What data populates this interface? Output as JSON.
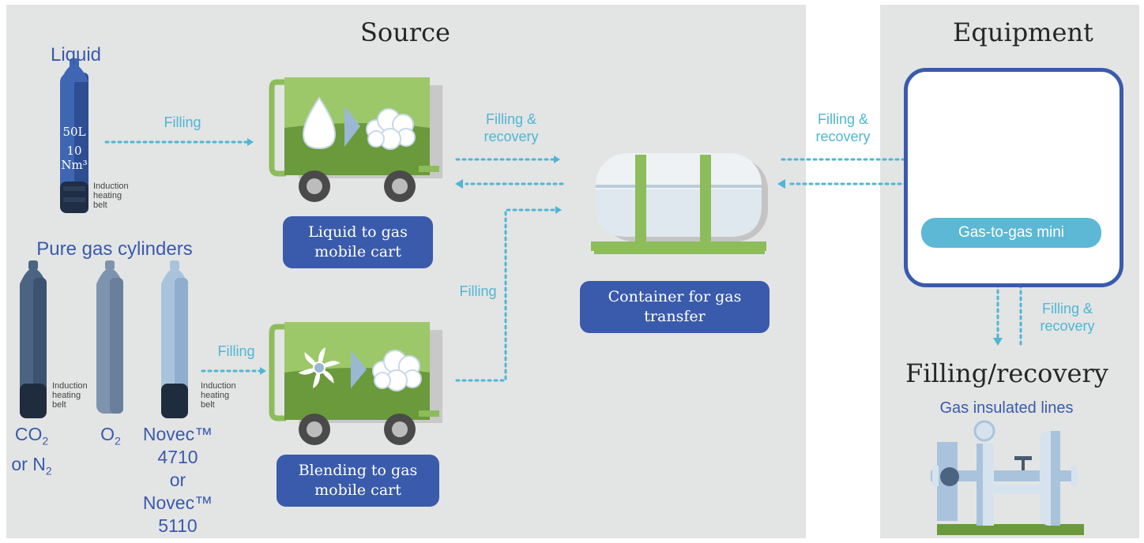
{
  "sections": {
    "source": "Source",
    "equipment": "Equipment",
    "filling_recovery": "Filling/recovery"
  },
  "liquid": {
    "heading": "Liquid",
    "cylinder_volume": "50L",
    "cylinder_capacity_value": "10",
    "cylinder_capacity_unit": "Nm³",
    "heating_belt_line1": "Induction",
    "heating_belt_line2": "heating",
    "heating_belt_line3": "belt"
  },
  "pure_gas": {
    "heading": "Pure gas cylinders",
    "co2": {
      "prefix": "CO",
      "sub": "2",
      "line2_prefix": "or N",
      "line2_sub": "2"
    },
    "o2": {
      "prefix": "O",
      "sub": "2"
    },
    "novec": {
      "line1": "Novec™",
      "line2": "4710",
      "line3": "or Novec™",
      "line4": "5110"
    },
    "heating_belt_line1": "Induction",
    "heating_belt_line2": "heating",
    "heating_belt_line3": "belt"
  },
  "flows": {
    "filling_liquid": "Filling",
    "filling_pure": "Filling",
    "filling_recovery_1_line1": "Filling &",
    "filling_recovery_1_line2": "recovery",
    "filling_vertical": "Filling",
    "filling_recovery_2_line1": "Filling &",
    "filling_recovery_2_line2": "recovery",
    "filling_recovery_3_line1": "Filling &",
    "filling_recovery_3_line2": "recovery"
  },
  "carts": {
    "liquid_to_gas_line1": "Liquid to gas",
    "liquid_to_gas_line2": "mobile cart",
    "blending_line1": "Blending to gas",
    "blending_line2": "mobile cart"
  },
  "container": {
    "line1": "Container for gas",
    "line2": "transfer"
  },
  "equipment": {
    "mini_label": "Gas-to-gas mini"
  },
  "gas_insulated_lines": "Gas insulated lines",
  "colors": {
    "panel": "#e3e4e4",
    "brand_blue": "#3a5bab",
    "flow_cyan": "#4fb6d4",
    "cart_green": "#6a9a3c",
    "cart_light_green": "#9cc86a"
  }
}
